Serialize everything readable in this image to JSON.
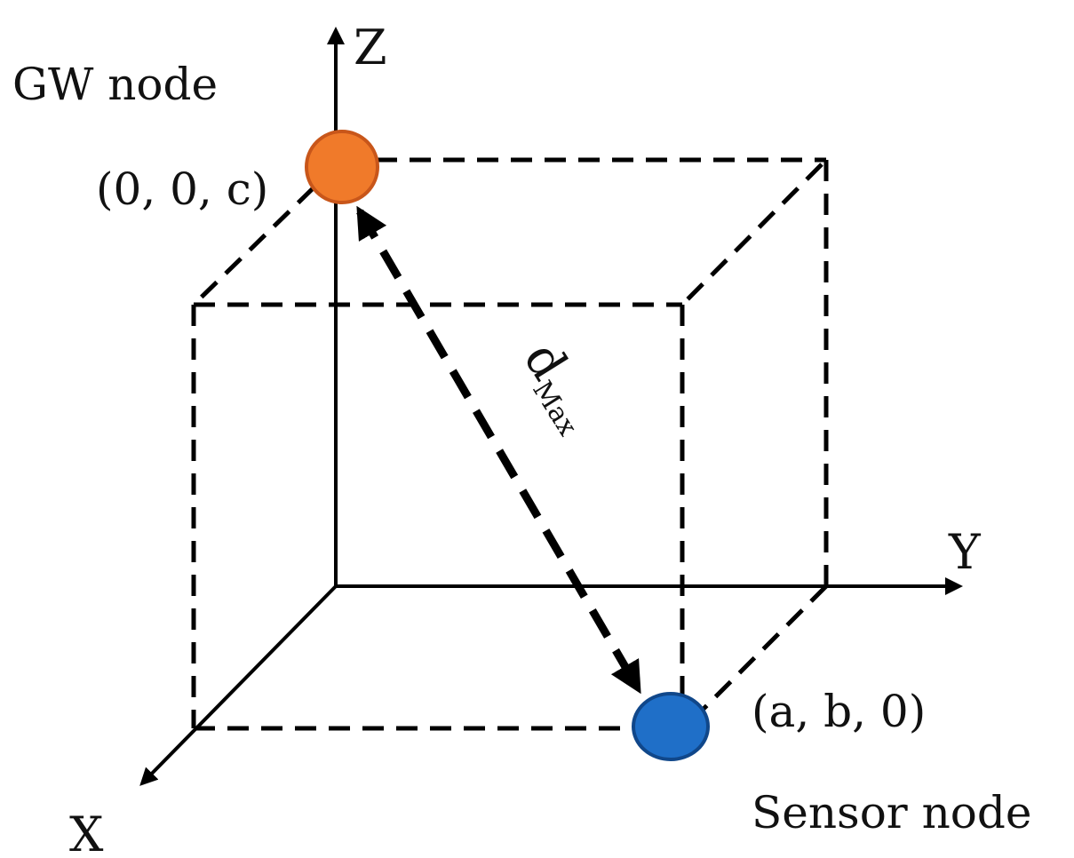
{
  "axes": {
    "x_label": "X",
    "y_label": "Y",
    "z_label": "Z"
  },
  "gw_node": {
    "label": "GW node",
    "coords": "(0, 0, c)",
    "color": "#f07a2a",
    "stroke": "#c8561a"
  },
  "sensor_node": {
    "label": "Sensor node",
    "coords": "(a, b, 0)",
    "color": "#1f6fc8",
    "stroke": "#10478a"
  },
  "distance": {
    "symbol": "d",
    "subscript": "Max"
  },
  "colors": {
    "line": "#000000",
    "background": "#ffffff"
  }
}
